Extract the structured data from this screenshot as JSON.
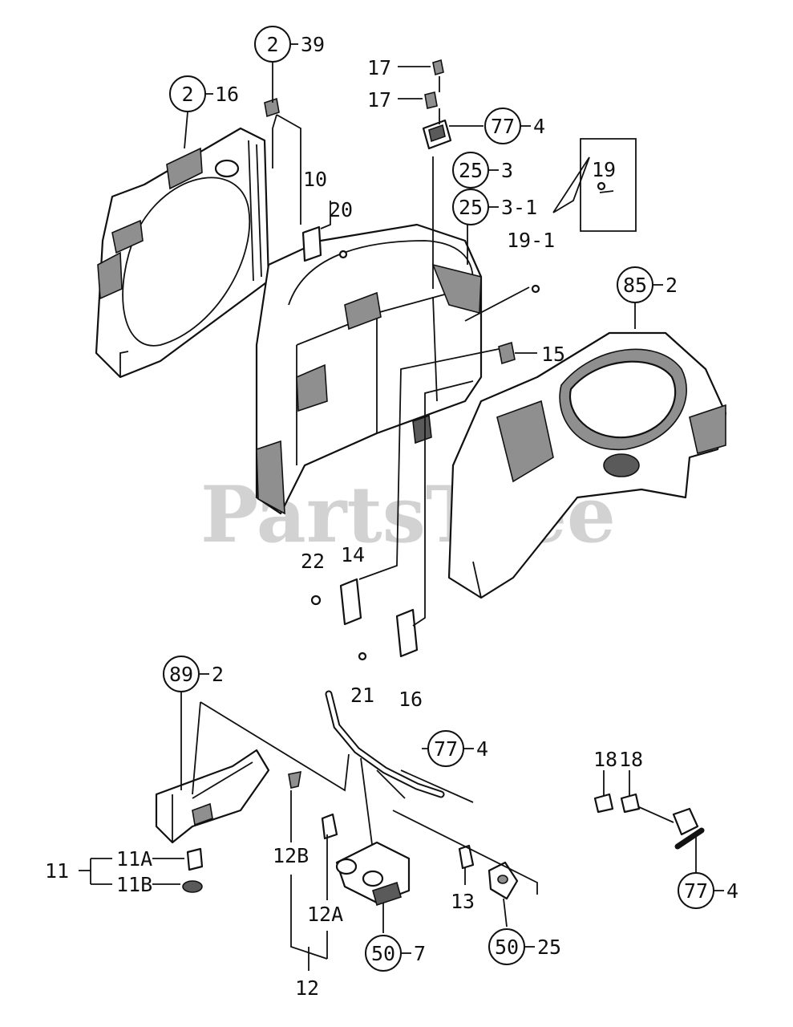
{
  "watermark": "PartsTree",
  "callouts": {
    "c2_39": {
      "num": "2",
      "sub": "39"
    },
    "c2_16": {
      "num": "2",
      "sub": "16"
    },
    "c77_4_top": {
      "num": "77",
      "sub": "4"
    },
    "c25_3": {
      "num": "25",
      "sub": "3"
    },
    "c25_3_1": {
      "num": "25",
      "sub": "3-1"
    },
    "c85_2": {
      "num": "85",
      "sub": "2"
    },
    "c89_2": {
      "num": "89",
      "sub": "2"
    },
    "c77_4_mid": {
      "num": "77",
      "sub": "4"
    },
    "c77_4_right": {
      "num": "77",
      "sub": "4"
    },
    "c50_7": {
      "num": "50",
      "sub": "7"
    },
    "c50_25": {
      "num": "50",
      "sub": "25"
    }
  },
  "labels": {
    "p17a": "17",
    "p17b": "17",
    "p10": "10",
    "p20": "20",
    "p19": "19",
    "p19_1": "19-1",
    "p15": "15",
    "p14": "14",
    "p22": "22",
    "p21": "21",
    "p16": "16",
    "p18a": "18",
    "p18b": "18",
    "p11": "11",
    "p11A": "11A",
    "p11B": "11B",
    "p12B": "12B",
    "p12A": "12A",
    "p12": "12",
    "p13": "13"
  }
}
